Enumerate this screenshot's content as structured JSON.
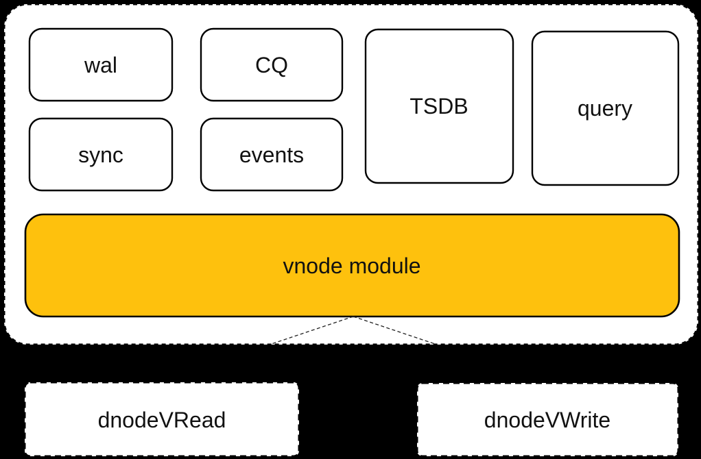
{
  "colors": {
    "background": "#000000",
    "container_fill": "#ffffff",
    "module_fill": "#ffffff",
    "box_stroke": "#000000",
    "vnode_fill": "#FEC10D",
    "text": "#111111"
  },
  "modules": [
    {
      "id": "wal",
      "label": "wal"
    },
    {
      "id": "cq",
      "label": "CQ"
    },
    {
      "id": "sync",
      "label": "sync"
    },
    {
      "id": "events",
      "label": "events"
    },
    {
      "id": "tsdb",
      "label": "TSDB"
    },
    {
      "id": "query",
      "label": "query"
    }
  ],
  "vnode_module": {
    "label": "vnode module",
    "fill": "#FEC10D"
  },
  "dnodes": [
    {
      "id": "dnode-vread",
      "label": "dnodeVRead"
    },
    {
      "id": "dnode-vwrite",
      "label": "dnodeVWrite"
    }
  ]
}
